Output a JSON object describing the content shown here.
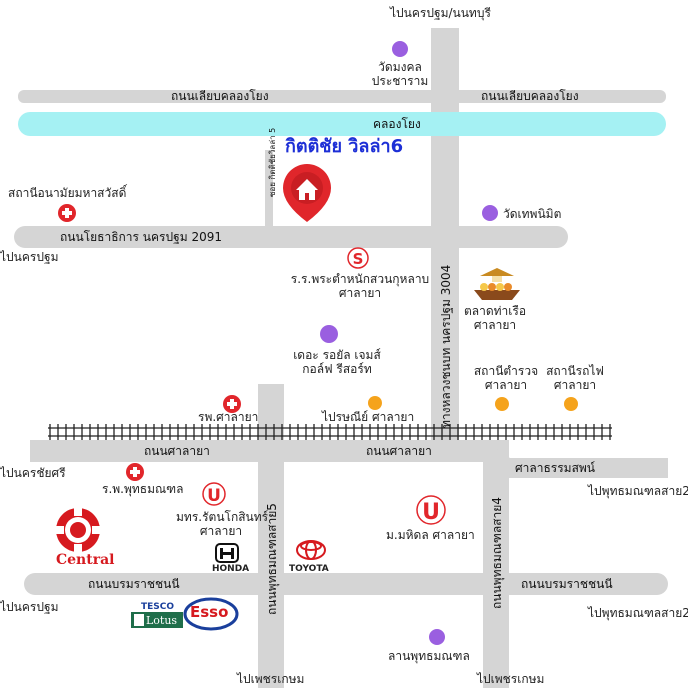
{
  "title": "กิตติชัย วิลล่า6",
  "roads": {
    "top_left": "ถนนเลียบคลองโยง",
    "top_right": "ถนนเลียบคลองโยง",
    "canal": "คลองโยง",
    "hwy_2091": "ถนนโยธาธิการ นครปฐม 2091",
    "hwy_3004": "ทางหลวงชนบท นครปฐม 3004",
    "soi_villa": "ซอย กิตติชัยวิลล่า 5",
    "salaya_left": "ถนนศาลายา",
    "salaya_right": "ถนนศาลายา",
    "salathammasop": "ศาลาธรรมสพน์",
    "phutthamonthon5": "ถนนพุทธมณฑลสาย5",
    "phutthamonthon4": "ถนนพุทธมณฑลสาย4",
    "borommaratchachonnani_left": "ถนนบรมราชชนนี",
    "borommaratchachonnani_right": "ถนนบรมราชชนนี"
  },
  "directions": {
    "to_nakhonpathom_nonthaburi": "ไปนครปฐม/นนทบุรี",
    "to_nakhonpathom_1": "ไปนครปฐม",
    "to_nakhonchaisri": "ไปนครชัยศรี",
    "to_nakhonpathom_2": "ไปนครปฐม",
    "to_phutthamonthon2_a": "ไปพุทธมณฑลสาย2",
    "to_phutthamonthon2_b": "ไปพุทธมณฑลสาย2",
    "to_phetkasem_1": "ไปเพชรเกษม",
    "to_phetkasem_2": "ไปเพชรเกษม"
  },
  "places": {
    "wat_mongkol": "วัดมงคล\nประชาราม",
    "health_station": "สถานีอนามัยมหาสวัสดิ์",
    "wat_thepnimit": "วัดเทพนิมิต",
    "school": "ร.ร.พระตำหนักสวนกุหลาบ\nศาลายา",
    "market": "ตลาดท่าเรือ\nศาลายา",
    "golf": "เดอะ รอยัล เจมส์\nกอล์ฟ รีสอร์ท",
    "police": "สถานีตำรวจ\nศาลายา",
    "train": "สถานีรถไฟ\nศาลายา",
    "hospital_salaya": "รพ.ศาลายา",
    "post": "ไปรษณีย์ ศาลายา",
    "hospital_phuttha": "ร.พ.พุทธมณฑล",
    "rattanakosin_uni": "มทร.รัตนโกสินทร์\nศาลายา",
    "mahidol": "ม.มหิดล ศาลายา",
    "lan_phuttha": "ลานพุทธมณฑล"
  },
  "logos": {
    "central": "Central",
    "honda": "HONDA",
    "toyota": "TOYOTA",
    "tesco": "TESCO",
    "lotus": "Lotus",
    "esso": "Esso",
    "school_mark": "S",
    "uni_mark": "U"
  },
  "colors": {
    "road": "#d5d5d5",
    "canal": "#a5f1f3",
    "pin": "#e0262b",
    "title": "#1d2fd6",
    "temple": "#9a5fe0",
    "poi_orange": "#f5a31c",
    "hospital": "#e1262b",
    "rail": "#222222"
  },
  "icons": {
    "pin": "house-pin-icon",
    "temple": "purple-dot-icon",
    "hospital": "red-cross-icon",
    "school": "school-s-icon",
    "university": "university-u-icon",
    "orange": "orange-dot-icon",
    "market": "market-boat-icon"
  }
}
